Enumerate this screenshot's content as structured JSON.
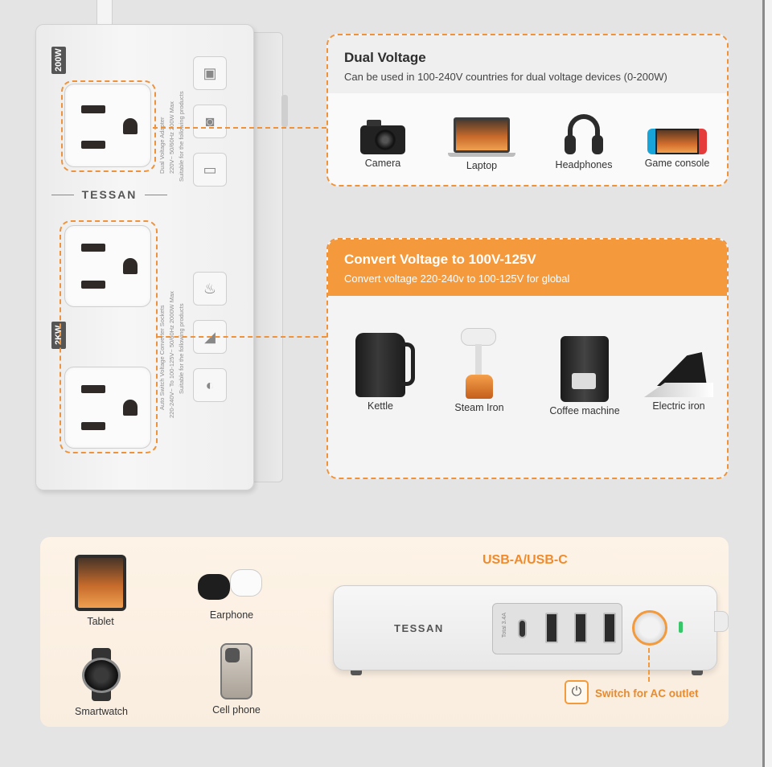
{
  "strip": {
    "brand": "TESSAN",
    "badge_top": "200W",
    "badge_bottom": "2KW",
    "top_text_lines": [
      "Dual Voltage Adapter",
      "220V~ 50/60Hz 200W Max",
      "Suitable for the following products"
    ],
    "bottom_text_lines": [
      "Auto Switch Voltage Converter Sockets",
      "220-240V~ To 100-125V~ 50/60Hz 2000W Max",
      "Suitable for the following products"
    ]
  },
  "dual_voltage": {
    "title": "Dual Voltage",
    "subtitle": "Can be used in 100-240V countries for dual voltage devices (0-200W)",
    "devices": [
      {
        "label": "Camera",
        "icon": "camera-icon"
      },
      {
        "label": "Laptop",
        "icon": "laptop-icon"
      },
      {
        "label": "Headphones",
        "icon": "headphones-icon"
      },
      {
        "label": "Game console",
        "icon": "game-console-icon"
      }
    ]
  },
  "convert": {
    "title": "Convert Voltage to 100V-125V",
    "subtitle": "Convert voltage 220-240v to 100-125V for global",
    "devices": [
      {
        "label": "Kettle",
        "icon": "kettle-icon"
      },
      {
        "label": "Steam Iron",
        "icon": "steam-iron-icon"
      },
      {
        "label": "Coffee machine",
        "icon": "coffee-machine-icon"
      },
      {
        "label": "Electric iron",
        "icon": "electric-iron-icon"
      }
    ]
  },
  "usb": {
    "title": "USB-A/USB-C",
    "brand": "TESSAN",
    "port_label": "Total 3.4A",
    "devices": [
      {
        "label": "Tablet",
        "icon": "tablet-icon"
      },
      {
        "label": "Earphone",
        "icon": "earphone-icon"
      },
      {
        "label": "Smartwatch",
        "icon": "smartwatch-icon"
      },
      {
        "label": "Cell phone",
        "icon": "cell-phone-icon"
      }
    ],
    "switch_label": "Switch for AC outlet"
  },
  "colors": {
    "accent": "#f0923a",
    "accent_dark": "#e88a2e",
    "panel_header": "#f49a3d",
    "led": "#39c66a"
  }
}
